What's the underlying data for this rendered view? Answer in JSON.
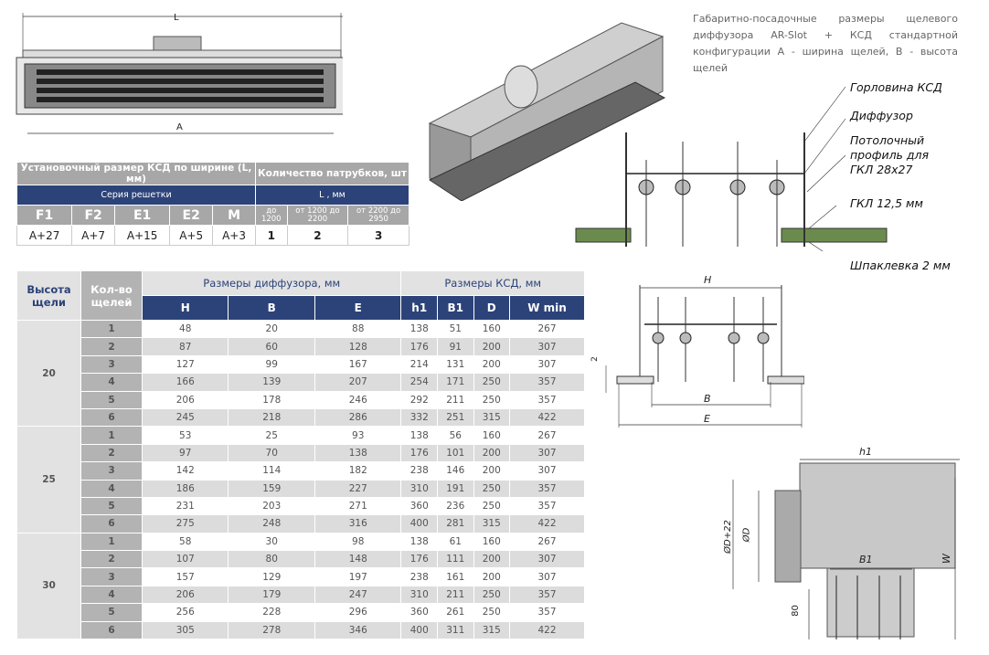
{
  "description": "Габаритно-посадочные размеры щелевого диффузора AR-Slot + КСД стандартной конфигурации А - ширина щелей, В - высота щелей",
  "drawing_top": {
    "dim_L": "L",
    "dim_A": "A"
  },
  "callouts": {
    "neck": "Горловина КСД",
    "diffuser": "Диффузор",
    "profile": "Потолочный профиль для ГКЛ 28x27",
    "gkl": "ГКЛ 12,5 мм",
    "putty": "Шпаклевка 2 мм"
  },
  "section": {
    "H": "H",
    "gap": "2",
    "B": "B",
    "E": "E"
  },
  "side": {
    "h1": "h1",
    "dD22": "ØD+22",
    "dD": "ØD",
    "B1": "B1",
    "W": "W",
    "h80": "80"
  },
  "install_table": {
    "title_left": "Установочный размер КСД по ширине (L, мм)",
    "title_right": "Количество патрубков, шт",
    "sub_left": "Серия решетки",
    "sub_right": "L , мм",
    "series": [
      "F1",
      "F2",
      "E1",
      "E2",
      "M"
    ],
    "ranges": [
      "до 1200",
      "от 1200 до 2200",
      "от 2200 до 2950"
    ],
    "series_values": [
      "A+27",
      "A+7",
      "A+15",
      "A+5",
      "A+3"
    ],
    "range_values": [
      "1",
      "2",
      "3"
    ]
  },
  "size_table": {
    "col_height": "Высота щели",
    "col_count": "Кол-во щелей",
    "group_diffuser": "Размеры диффузора, мм",
    "group_ksd": "Размеры КСД, мм",
    "columns": [
      "H",
      "B",
      "E",
      "h1",
      "B1",
      "D",
      "W min"
    ],
    "groups": [
      {
        "height": "20",
        "rows": [
          [
            "1",
            "48",
            "20",
            "88",
            "138",
            "51",
            "160",
            "267"
          ],
          [
            "2",
            "87",
            "60",
            "128",
            "176",
            "91",
            "200",
            "307"
          ],
          [
            "3",
            "127",
            "99",
            "167",
            "214",
            "131",
            "200",
            "307"
          ],
          [
            "4",
            "166",
            "139",
            "207",
            "254",
            "171",
            "250",
            "357"
          ],
          [
            "5",
            "206",
            "178",
            "246",
            "292",
            "211",
            "250",
            "357"
          ],
          [
            "6",
            "245",
            "218",
            "286",
            "332",
            "251",
            "315",
            "422"
          ]
        ]
      },
      {
        "height": "25",
        "rows": [
          [
            "1",
            "53",
            "25",
            "93",
            "138",
            "56",
            "160",
            "267"
          ],
          [
            "2",
            "97",
            "70",
            "138",
            "176",
            "101",
            "200",
            "307"
          ],
          [
            "3",
            "142",
            "114",
            "182",
            "238",
            "146",
            "200",
            "307"
          ],
          [
            "4",
            "186",
            "159",
            "227",
            "310",
            "191",
            "250",
            "357"
          ],
          [
            "5",
            "231",
            "203",
            "271",
            "360",
            "236",
            "250",
            "357"
          ],
          [
            "6",
            "275",
            "248",
            "316",
            "400",
            "281",
            "315",
            "422"
          ]
        ]
      },
      {
        "height": "30",
        "rows": [
          [
            "1",
            "58",
            "30",
            "98",
            "138",
            "61",
            "160",
            "267"
          ],
          [
            "2",
            "107",
            "80",
            "148",
            "176",
            "111",
            "200",
            "307"
          ],
          [
            "3",
            "157",
            "129",
            "197",
            "238",
            "161",
            "200",
            "307"
          ],
          [
            "4",
            "206",
            "179",
            "247",
            "310",
            "211",
            "250",
            "357"
          ],
          [
            "5",
            "256",
            "228",
            "296",
            "360",
            "261",
            "250",
            "357"
          ],
          [
            "6",
            "305",
            "278",
            "346",
            "400",
            "311",
            "315",
            "422"
          ]
        ]
      }
    ]
  }
}
